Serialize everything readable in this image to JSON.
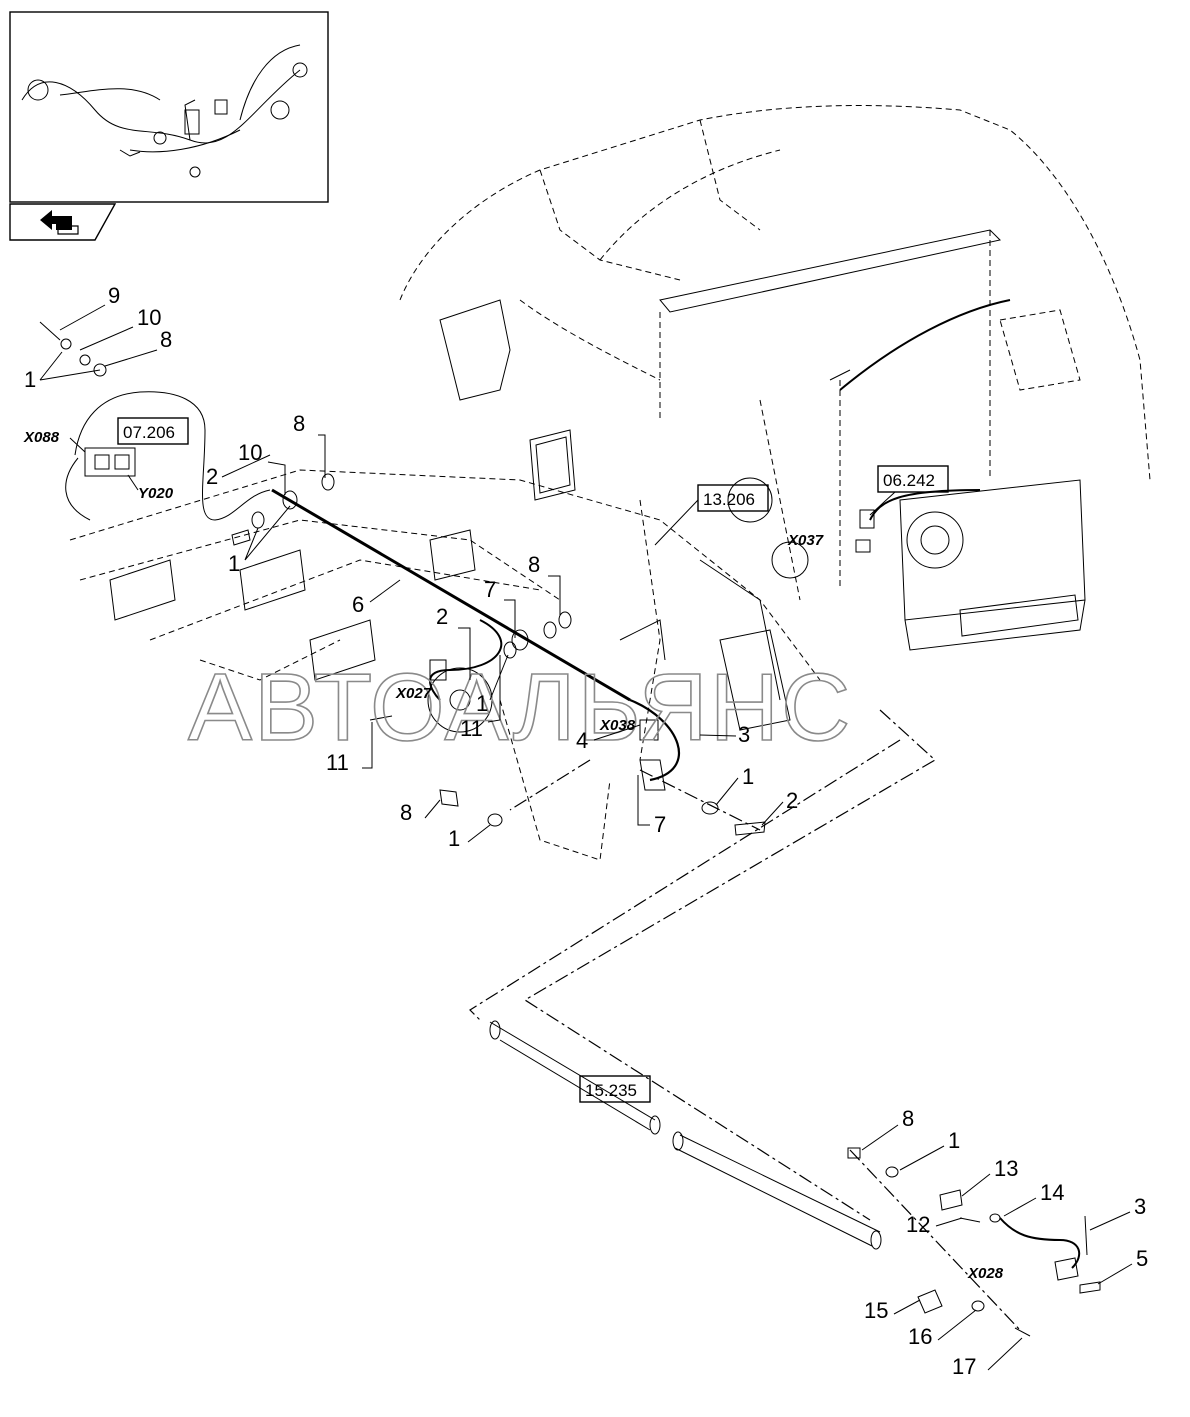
{
  "thumbnail": {
    "nav_icon": "back-arrow-icon"
  },
  "references": {
    "r07206": "07.206",
    "r13206": "13.206",
    "r06242": "06.242",
    "r15235": "15.235"
  },
  "connectors": {
    "x088": "X088",
    "y020": "Y020",
    "x037": "X037",
    "x027": "X027",
    "x038": "X038",
    "x028": "X028"
  },
  "callouts": {
    "c9": "9",
    "c10a": "10",
    "c8a": "8",
    "c1a": "1",
    "c2a": "2",
    "c10b": "10",
    "c8b": "8",
    "c1b": "1",
    "c6": "6",
    "c7a": "7",
    "c8c": "8",
    "c2b": "2",
    "c1c": "1",
    "c11a": "11",
    "c4": "4",
    "c3a": "3",
    "c11b": "11",
    "c8d": "8",
    "c1d": "1",
    "c1e": "1",
    "c2c": "2",
    "c7b": "7",
    "c8e": "8",
    "c1f": "1",
    "c13": "13",
    "c14": "14",
    "c12": "12",
    "c3b": "3",
    "c5": "5",
    "c15": "15",
    "c16": "16",
    "c17": "17"
  },
  "watermark": "АВТОАЛЬЯНС"
}
